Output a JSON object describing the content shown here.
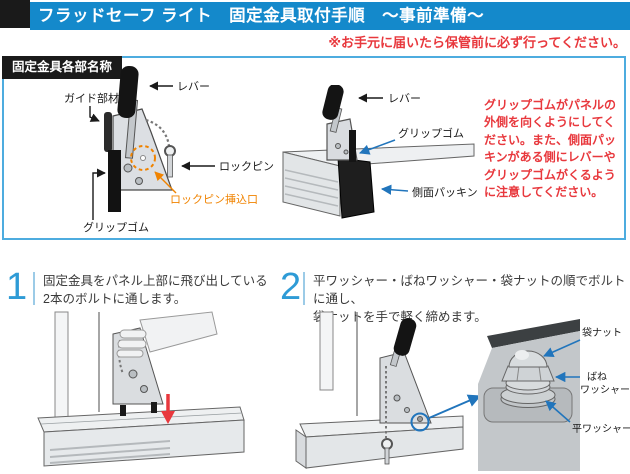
{
  "header": {
    "title": "フラッドセーフ ライト　固定金具取付手順　～事前準備～"
  },
  "notice": "※お手元に届いたら保管前に必ず行ってください。",
  "parts_box": {
    "label": "固定金具各部名称",
    "left_diagram": {
      "labels": {
        "lever": "レバー",
        "guide": "ガイド部材",
        "lock_pin": "ロックピン",
        "lock_pin_slot": "ロックピン挿込口",
        "grip_rubber": "グリップゴム"
      }
    },
    "right_diagram": {
      "labels": {
        "lever": "レバー",
        "grip_rubber": "グリップゴム",
        "side_packing": "側面パッキン"
      }
    },
    "note": "グリップゴムがパネルの外側を向くようにしてください。また、側面パッキンがある側にレバーやグリップゴムがくるように注意してください。"
  },
  "steps": [
    {
      "number": "1",
      "text": "固定金具をパネル上部に飛び出している\n2本のボルトに通します。"
    },
    {
      "number": "2",
      "text": "平ワッシャー・ばねワッシャー・袋ナットの順でボルトに通し、\n袋ナットを手で軽く締めます。"
    }
  ],
  "step2_inset": {
    "labels": {
      "cap_nut": "袋ナット",
      "spring_washer_line1": "ばね",
      "spring_washer_line2": "ワッシャー",
      "flat_washer": "平ワッシャー"
    }
  },
  "colors": {
    "header_blue": "#1489CB",
    "box_border_blue": "#4DACDF",
    "alert_red": "#E8383D",
    "slot_orange": "#F08300",
    "arrow_blue": "#2175BC",
    "step_number_blue": "#2E9BD6"
  }
}
